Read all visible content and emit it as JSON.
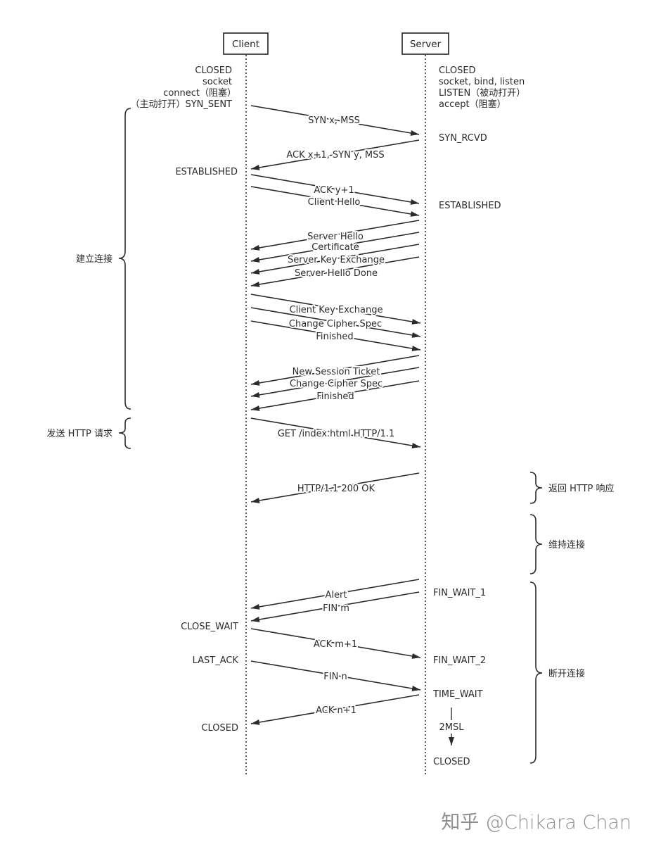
{
  "participants": {
    "client": "Client",
    "server": "Server"
  },
  "client_states": {
    "closed": "CLOSED",
    "socket": "socket",
    "connect": "connect（阻塞）",
    "syn_sent": "（主动打开）SYN_SENT",
    "established": "ESTABLISHED",
    "close_wait": "CLOSE_WAIT",
    "last_ack": "LAST_ACK",
    "closed_final": "CLOSED"
  },
  "server_states": {
    "closed": "CLOSED",
    "socket_bind_listen": "socket, bind, listen",
    "listen": "LISTEN（被动打开）",
    "accept": "accept（阻塞）",
    "syn_rcvd": "SYN_RCVD",
    "established": "ESTABLISHED",
    "fin_wait_1": "FIN_WAIT_1",
    "fin_wait_2": "FIN_WAIT_2",
    "time_wait": "TIME_WAIT",
    "msl": "2MSL",
    "closed_final": "CLOSED"
  },
  "messages": [
    "SYN x, MSS",
    "ACK x+1, SYN y, MSS",
    "ACK y+1",
    "Client Hello",
    "Server Hello",
    "Certificate",
    "Server Key Exchange",
    "Server Hello Done",
    "Client Key Exchange",
    "Change Cipher Spec",
    "Finished",
    "New Session Ticket",
    "Change Cipher Spec",
    "Finished",
    "GET /index.html HTTP/1.1",
    "HTTP/1.1 200 OK",
    "Alert",
    "FIN m",
    "ACK m+1",
    "FIN n",
    "ACK n+1"
  ],
  "phases": {
    "establish": "建立连接",
    "send_request": "发送 HTTP 请求",
    "return_response": "返回 HTTP 响应",
    "keep_alive": "维持连接",
    "disconnect": "断开连接"
  },
  "watermark": "知乎 @Chikara Chan"
}
